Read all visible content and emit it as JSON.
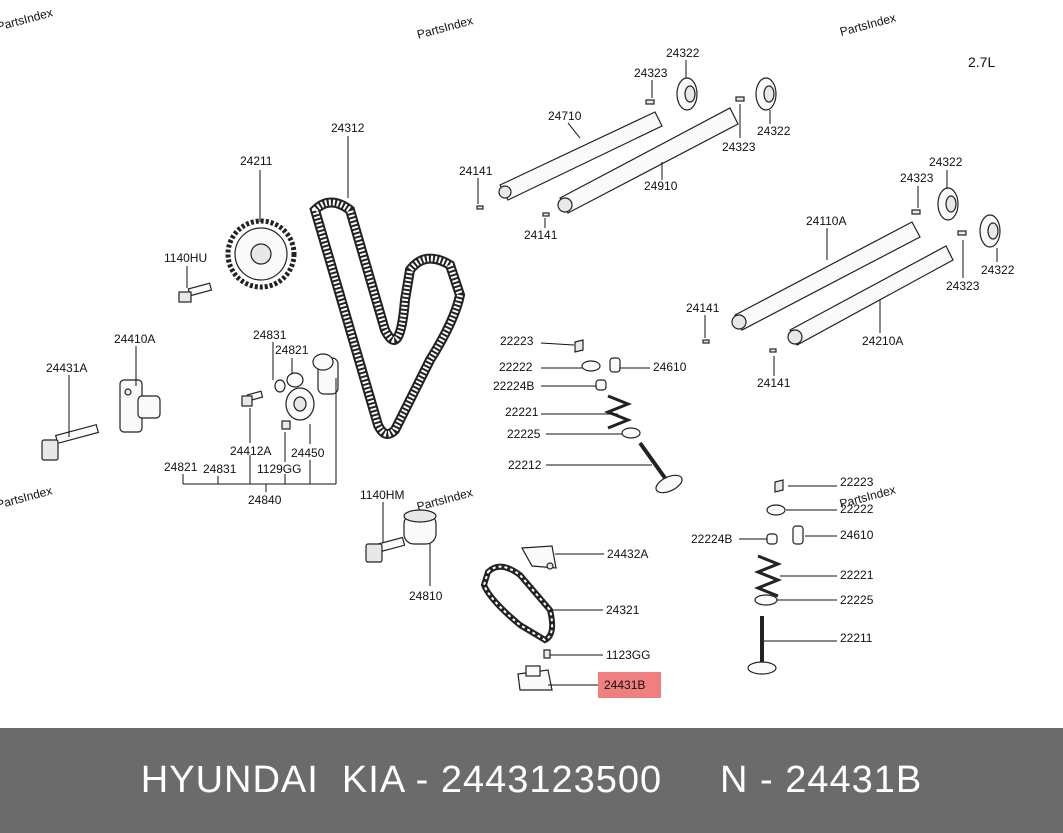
{
  "watermark": "PartsIndex",
  "engine": "2.7L",
  "labels": {
    "p24322a": "24322",
    "p24323a": "24323",
    "p24710": "24710",
    "p24322b": "24322",
    "p24323b": "24323",
    "p24141a": "24141",
    "p24910": "24910",
    "p24141b": "24141",
    "p24312": "24312",
    "p24211": "24211",
    "p1140hu": "1140HU",
    "p24322c": "24322",
    "p24323c": "24323",
    "p24110a": "24110A",
    "p24322d": "24322",
    "p24323d": "24323",
    "p24141c": "24141",
    "p24210a": "24210A",
    "p24141d": "24141",
    "p24410a": "24410A",
    "p24431a": "24431A",
    "p24831": "24831",
    "p24821": "24821",
    "p24412a": "24412A",
    "p24450": "24450",
    "p1129gg": "1129GG",
    "p24821b": "24821",
    "p24831b": "24831",
    "p24840": "24840",
    "p22223a": "22223",
    "p22222a": "22222",
    "p24610a": "24610",
    "p22224ba": "22224B",
    "p22221a": "22221",
    "p22225a": "22225",
    "p22212": "22212",
    "p1140hm": "1140HM",
    "p24810": "24810",
    "p24432a": "24432A",
    "p24321": "24321",
    "p1123gg": "1123GG",
    "p24431b": "24431B",
    "p22223b": "22223",
    "p22222b": "22222",
    "p22224bb": "22224B",
    "p24610b": "24610",
    "p22221b": "22221",
    "p22225b": "22225",
    "p22211": "22211"
  },
  "footer": {
    "brand": "HYUNDAI  KIA - 2443123500",
    "part": "N - 24431B"
  },
  "highlight_color": "#f08080"
}
